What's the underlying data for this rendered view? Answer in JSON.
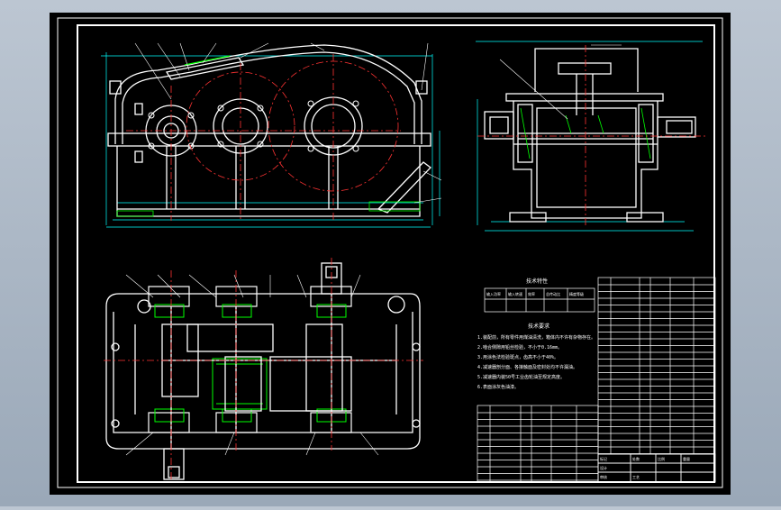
{
  "app": {
    "title": "",
    "background_color": "#a9b5c3",
    "canvas_color": "#000000",
    "line_colors": {
      "outline": "#ffffff",
      "centerline": "#ff3030",
      "dimension": "#00ffff",
      "hatch": "#00ff00",
      "leader": "#ffffff"
    }
  },
  "drawing": {
    "views": [
      {
        "id": "front",
        "name": "front-view"
      },
      {
        "id": "side",
        "name": "side-view"
      },
      {
        "id": "top",
        "name": "top-section-view"
      }
    ],
    "tech_table": {
      "title": "技术特性",
      "headers": [
        "输入功率",
        "输入转速",
        "效率",
        "总传动比",
        "精度等级"
      ]
    },
    "requirements": {
      "title": "技术要求",
      "lines": [
        "1.装配前，所有零件用煤油清洗，箱体内不许有杂物存在。",
        "2.啮合侧隙用铅丝检验，不小于0.16mm。",
        "3.用涂色法检验斑点，齿高不小于40%。",
        "4.减速器剖分面、各接触面及密封处均不许漏油。",
        "5.减速器内装50号工业齿轮油至规定高度。",
        "6.表面涂灰色油漆。"
      ]
    },
    "title_block": {
      "labels": [
        "标记",
        "处数",
        "设计",
        "审核",
        "工艺",
        "比例",
        "重量"
      ]
    }
  }
}
